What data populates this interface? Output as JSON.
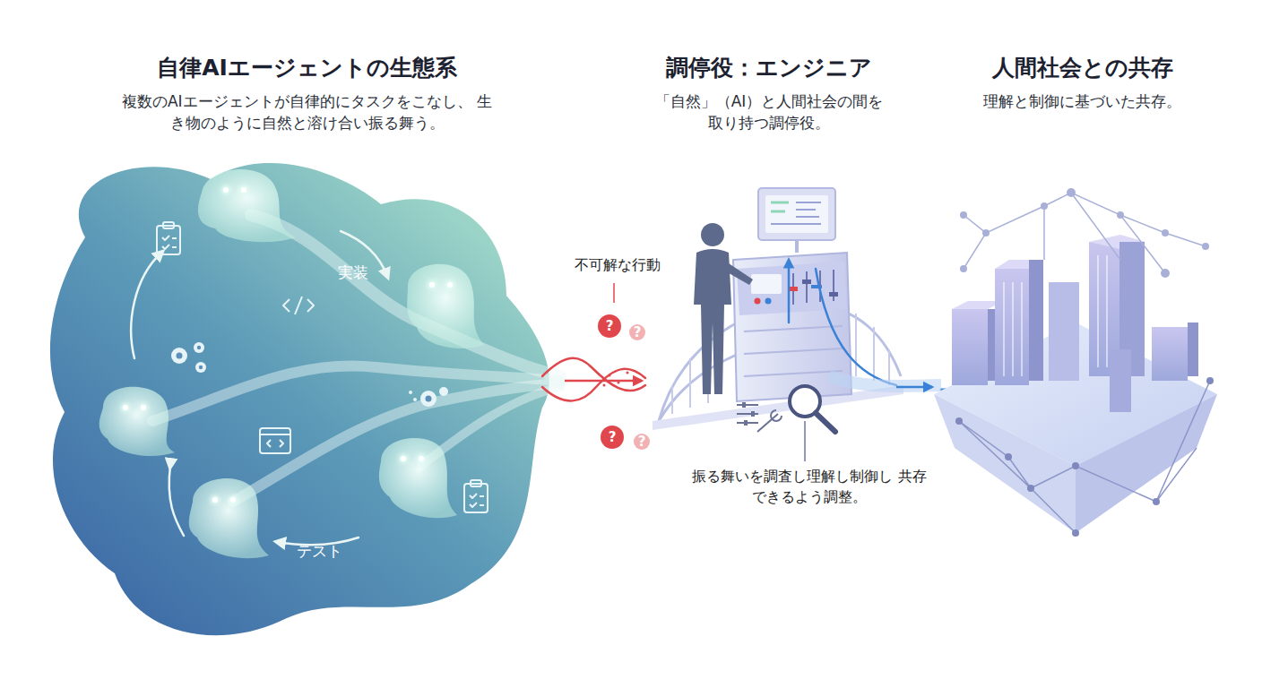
{
  "diagram": {
    "nodes": [
      {
        "text": [
          "自律AIエージェントの生態系",
          "複数のAIエージェントが自律的にタスクをこなし、 生き物のように自然と溶け合い振る舞う。"
        ]
      },
      {
        "text": [
          "調停役：エンジニア",
          "「自然」（AI）と人間社会の間を 取り持つ調停役。"
        ]
      },
      {
        "text": [
          "人間社会との共存",
          "理解と制御に基づいた共存。"
        ]
      }
    ],
    "edges": [
      {
        "from": 0,
        "to": 1,
        "arrow": "to"
      },
      {
        "from": 1,
        "to": 2,
        "arrow": "to"
      }
    ],
    "labels": [
      "実装",
      "テスト",
      "不可解な行動",
      "?",
      "?",
      "?",
      "?",
      "振る舞いを調査し理解し制御し 共存できるよう調整。"
    ]
  }
}
